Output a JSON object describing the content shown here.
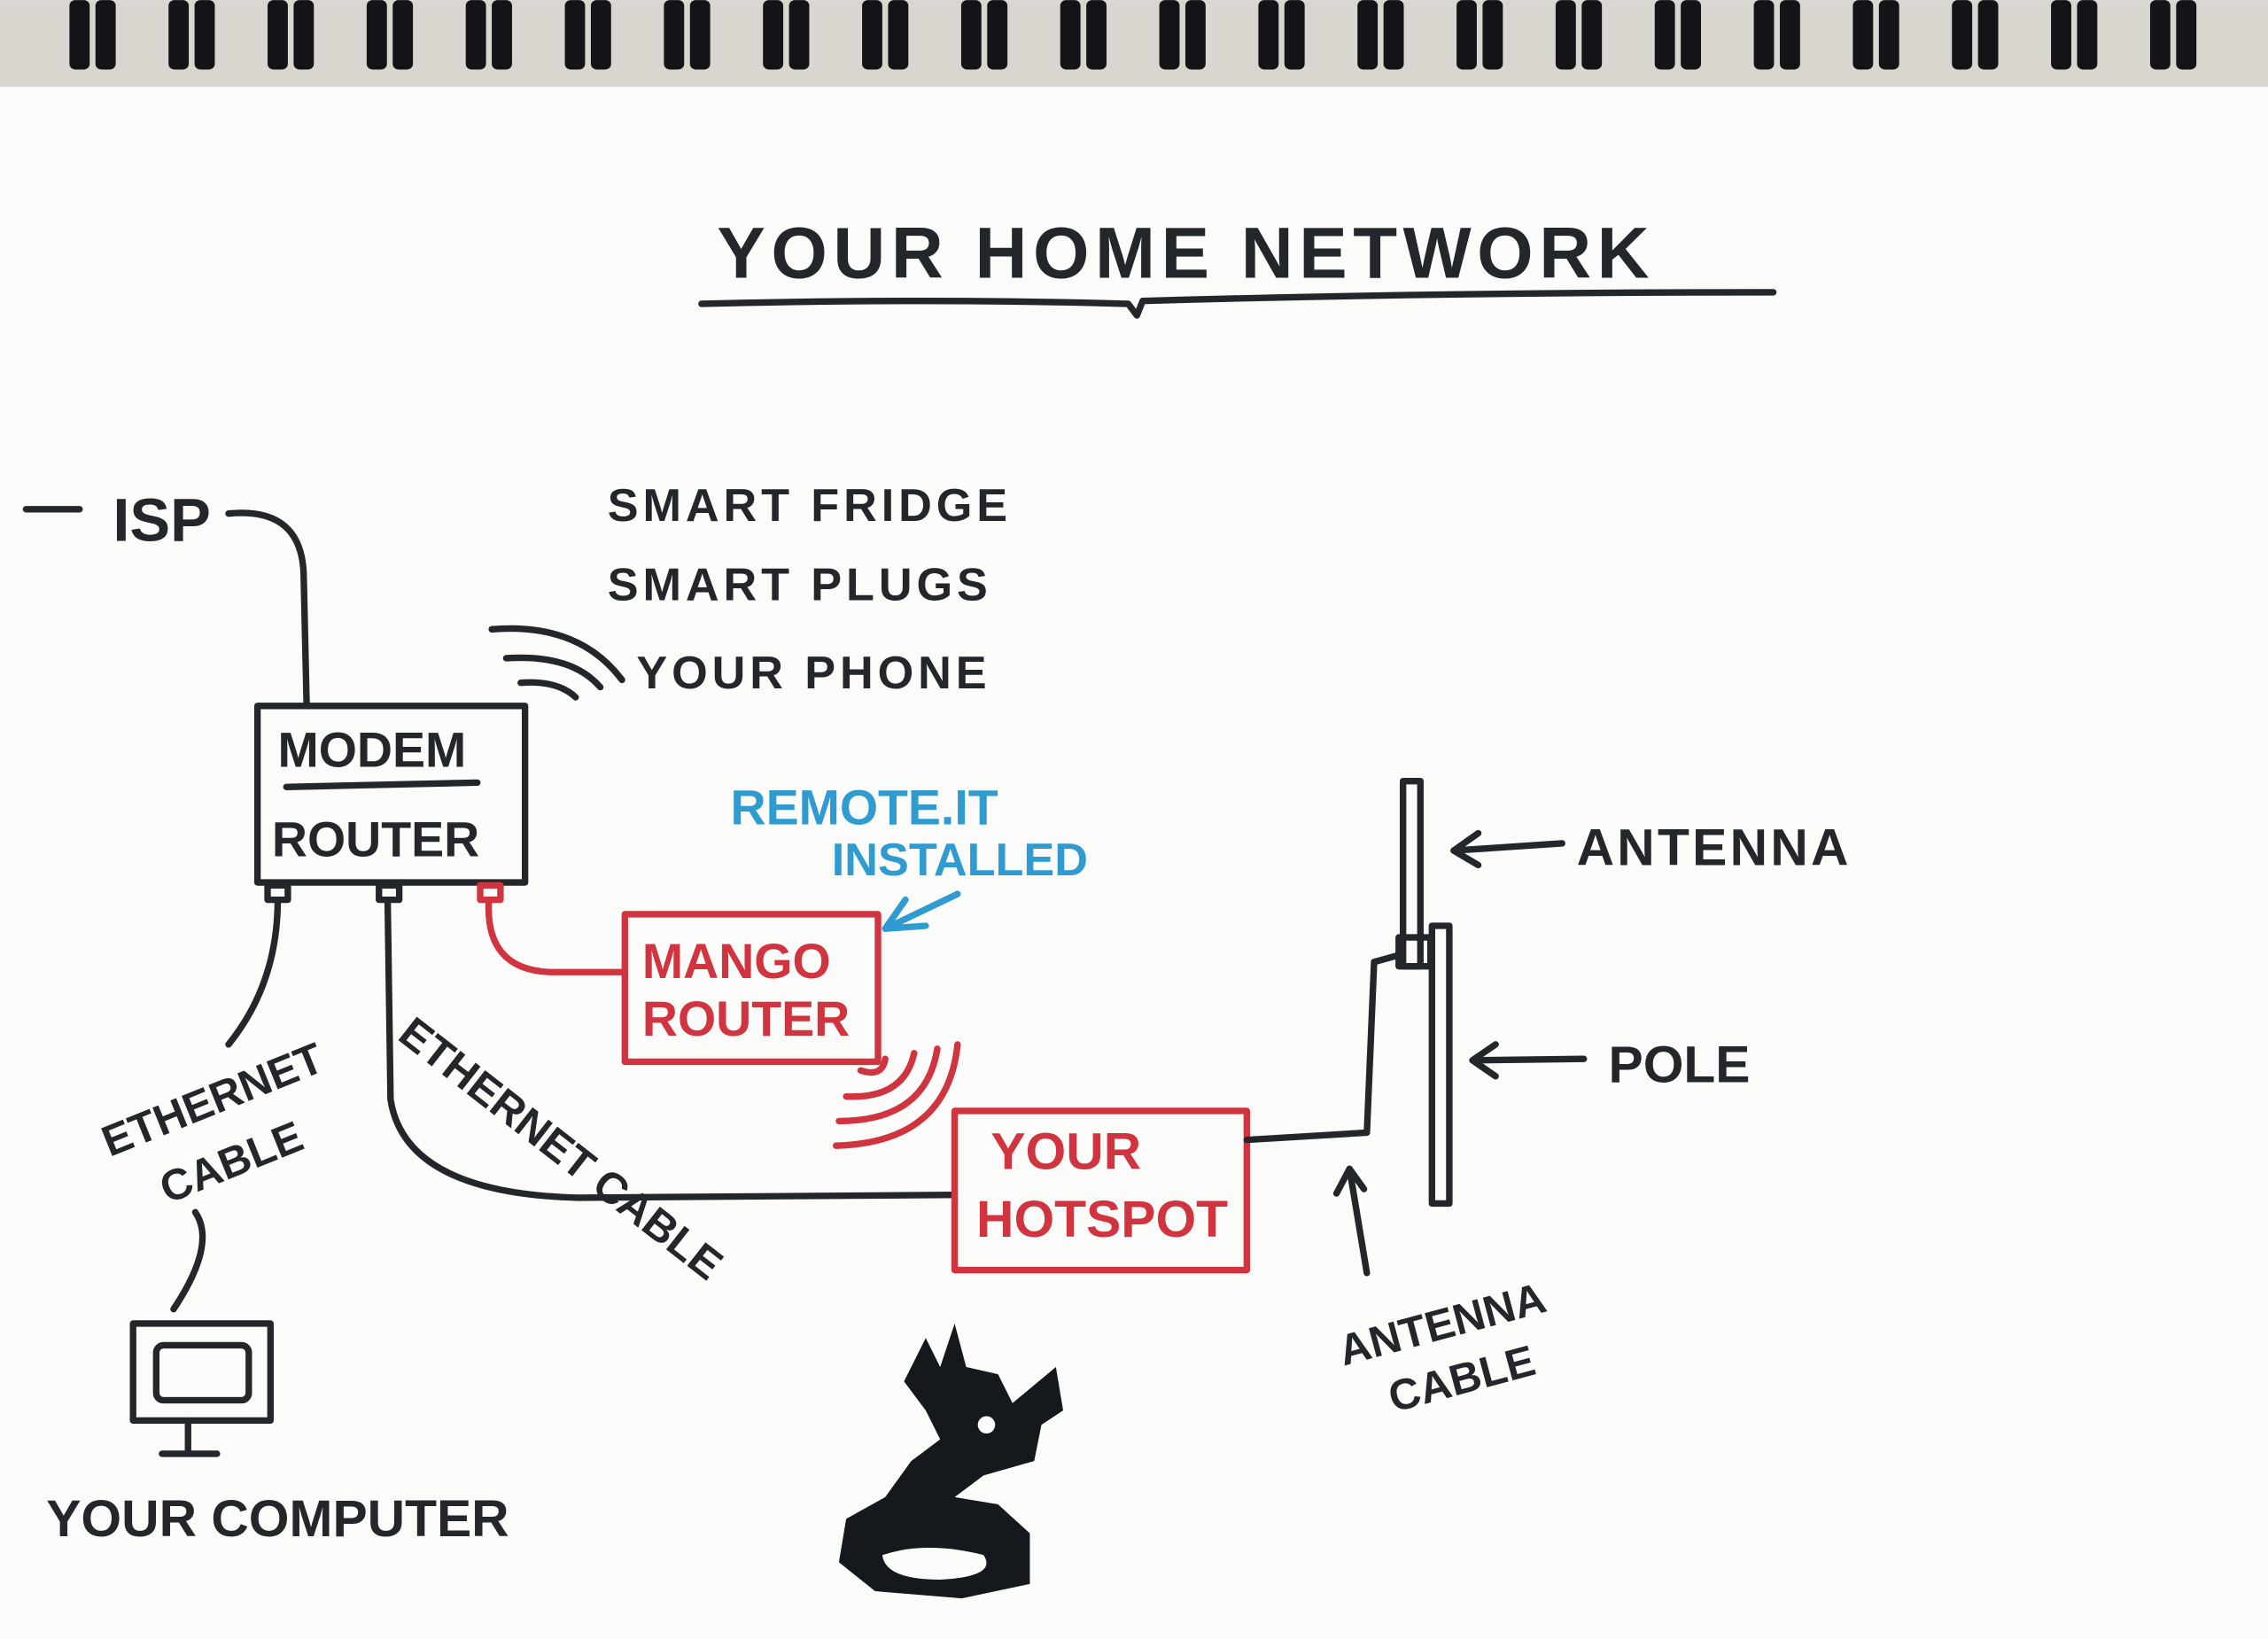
{
  "title": "Your Home Network",
  "isp_label": "ISP",
  "wireless_devices": [
    "Smart Fridge",
    "Smart Plugs",
    "Your Phone"
  ],
  "modem_router": {
    "top": "Modem",
    "bottom": "Router"
  },
  "remoteit_note": {
    "line1": "Remote.it",
    "line2": "Installed"
  },
  "mango_router": {
    "line1": "Mango",
    "line2": "Router"
  },
  "hotspot": {
    "line1": "Your",
    "line2": "Hotspot"
  },
  "antenna_label": "Antenna",
  "pole_label": "Pole",
  "antenna_cable_label": {
    "line1": "Antenna",
    "line2": "Cable"
  },
  "ethernet_cable_left": {
    "line1": "Ethernet",
    "line2": "Cable"
  },
  "ethernet_cable_middle": "Ethernet Cable",
  "computer_label": "Your Computer",
  "colors": {
    "ink": "#23262b",
    "red": "#d0343f",
    "blue": "#2f9bd0",
    "paper": "#fbfbfa"
  }
}
